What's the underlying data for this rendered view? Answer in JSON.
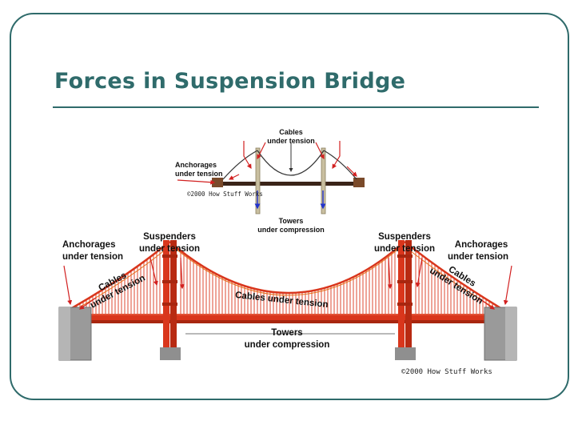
{
  "slide": {
    "title": "Forces in Suspension Bridge"
  },
  "top_diagram": {
    "cables_l1": "Cables",
    "cables_l2": "under tension",
    "anchorages_l1": "Anchorages",
    "anchorages_l2": "under tension",
    "towers_l1": "Towers",
    "towers_l2": "under compression",
    "copyright": "©2000 How Stuff Works"
  },
  "bottom_diagram": {
    "left_anchorages_l1": "Anchorages",
    "left_anchorages_l2": "under tension",
    "left_suspenders_l1": "Suspenders",
    "left_suspenders_l2": "under tension",
    "left_cables_l1": "Cables",
    "left_cables_l2": "under tension",
    "center_cables": "Cables under tension",
    "right_suspenders_l1": "Suspenders",
    "right_suspenders_l2": "under tension",
    "right_anchorages_l1": "Anchorages",
    "right_anchorages_l2": "under tension",
    "right_cables_l1": "Cables",
    "right_cables_l2": "under tension",
    "towers_l1": "Towers",
    "towers_l2": "under compression",
    "copyright": "©2000 How Stuff Works"
  },
  "colors": {
    "accent": "#2f6b6b",
    "bridge_red": "#d9361c",
    "arrow_red": "#d22020",
    "arrow_blue": "#2233cc",
    "concrete": "#9a9a9a"
  }
}
